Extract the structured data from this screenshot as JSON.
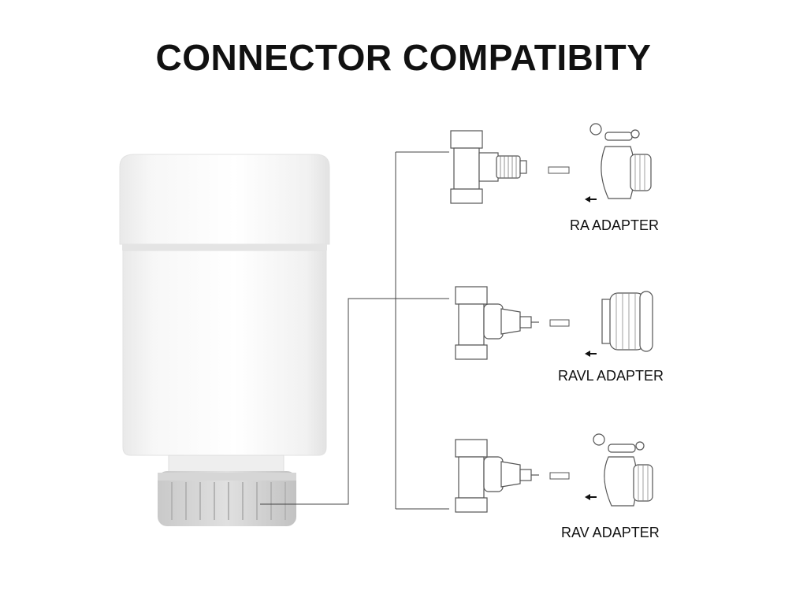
{
  "title": "CONNECTOR COMPATIBITY",
  "adapters": [
    {
      "label": "RA ADAPTER"
    },
    {
      "label": "RAVL ADAPTER"
    },
    {
      "label": "RAV ADAPTER"
    }
  ]
}
